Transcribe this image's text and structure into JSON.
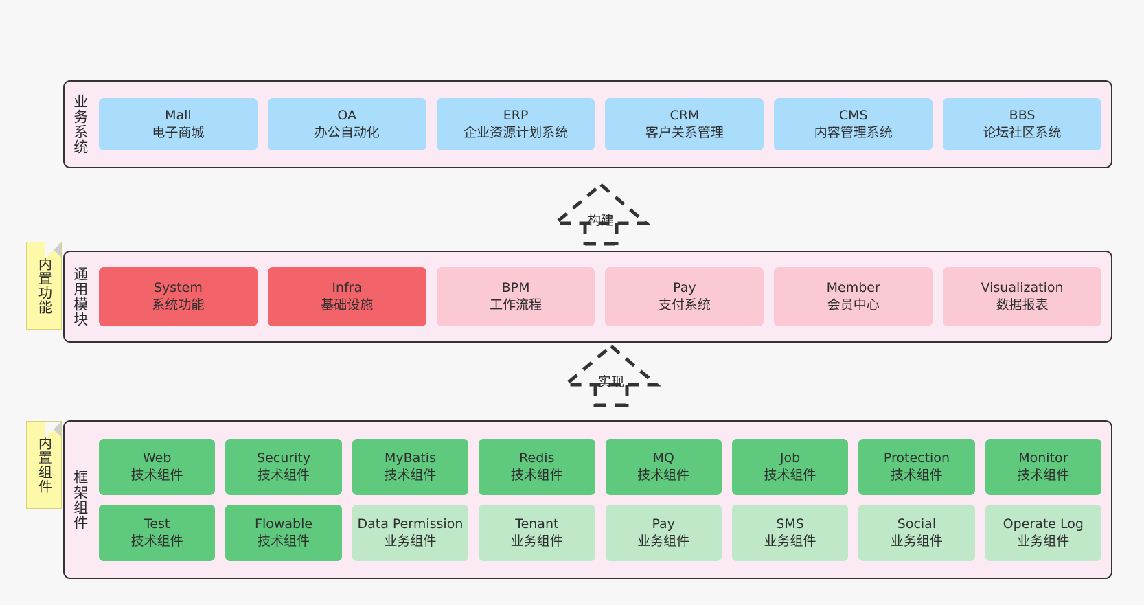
{
  "page": {
    "background": "#f7f7f7",
    "accent_border": "#333333",
    "band_fill": "#fbeaf4"
  },
  "layers": [
    {
      "id": "business-systems",
      "title": "业务系统",
      "cards": [
        {
          "name": "Mall",
          "sub": "电子商城",
          "color": "#aadcfb",
          "tone": "blue"
        },
        {
          "name": "OA",
          "sub": "办公自动化",
          "color": "#aadcfb",
          "tone": "blue"
        },
        {
          "name": "ERP",
          "sub": "企业资源计划系统",
          "color": "#aadcfb",
          "tone": "blue"
        },
        {
          "name": "CRM",
          "sub": "客户关系管理",
          "color": "#aadcfb",
          "tone": "blue"
        },
        {
          "name": "CMS",
          "sub": "内容管理系统",
          "color": "#aadcfb",
          "tone": "blue"
        },
        {
          "name": "BBS",
          "sub": "论坛社区系统",
          "color": "#aadcfb",
          "tone": "blue"
        }
      ]
    },
    {
      "id": "common-modules",
      "title": "通用模块",
      "note": "内置功能",
      "cards": [
        {
          "name": "System",
          "sub": "系统功能",
          "color": "#f2636a",
          "tone": "red"
        },
        {
          "name": "Infra",
          "sub": "基础设施",
          "color": "#f2636a",
          "tone": "red"
        },
        {
          "name": "BPM",
          "sub": "工作流程",
          "color": "#fbc9d4",
          "tone": "pink"
        },
        {
          "name": "Pay",
          "sub": "支付系统",
          "color": "#fbc9d4",
          "tone": "pink"
        },
        {
          "name": "Member",
          "sub": "会员中心",
          "color": "#fbc9d4",
          "tone": "pink"
        },
        {
          "name": "Visualization",
          "sub": "数据报表",
          "color": "#fbc9d4",
          "tone": "pink"
        }
      ]
    },
    {
      "id": "framework-components",
      "title": "框架组件",
      "note": "内置组件",
      "rows": [
        [
          {
            "name": "Web",
            "sub": "技术组件",
            "color": "#5fc97e",
            "tone": "green"
          },
          {
            "name": "Security",
            "sub": "技术组件",
            "color": "#5fc97e",
            "tone": "green"
          },
          {
            "name": "MyBatis",
            "sub": "技术组件",
            "color": "#5fc97e",
            "tone": "green"
          },
          {
            "name": "Redis",
            "sub": "技术组件",
            "color": "#5fc97e",
            "tone": "green"
          },
          {
            "name": "MQ",
            "sub": "技术组件",
            "color": "#5fc97e",
            "tone": "green"
          },
          {
            "name": "Job",
            "sub": "技术组件",
            "color": "#5fc97e",
            "tone": "green"
          },
          {
            "name": "Protection",
            "sub": "技术组件",
            "color": "#5fc97e",
            "tone": "green"
          },
          {
            "name": "Monitor",
            "sub": "技术组件",
            "color": "#5fc97e",
            "tone": "green"
          }
        ],
        [
          {
            "name": "Test",
            "sub": "技术组件",
            "color": "#5fc97e",
            "tone": "green"
          },
          {
            "name": "Flowable",
            "sub": "技术组件",
            "color": "#5fc97e",
            "tone": "green"
          },
          {
            "name": "Data Permission",
            "sub": "业务组件",
            "color": "#bfe8c9",
            "tone": "lightgreen",
            "wrap": true
          },
          {
            "name": "Tenant",
            "sub": "业务组件",
            "color": "#bfe8c9",
            "tone": "lightgreen"
          },
          {
            "name": "Pay",
            "sub": "业务组件",
            "color": "#bfe8c9",
            "tone": "lightgreen"
          },
          {
            "name": "SMS",
            "sub": "业务组件",
            "color": "#bfe8c9",
            "tone": "lightgreen"
          },
          {
            "name": "Social",
            "sub": "业务组件",
            "color": "#bfe8c9",
            "tone": "lightgreen"
          },
          {
            "name": "Operate Log",
            "sub": "业务组件",
            "color": "#bfe8c9",
            "tone": "lightgreen"
          }
        ]
      ]
    }
  ],
  "connectors": [
    {
      "id": "build",
      "label": "构建"
    },
    {
      "id": "implement",
      "label": "实现"
    }
  ]
}
